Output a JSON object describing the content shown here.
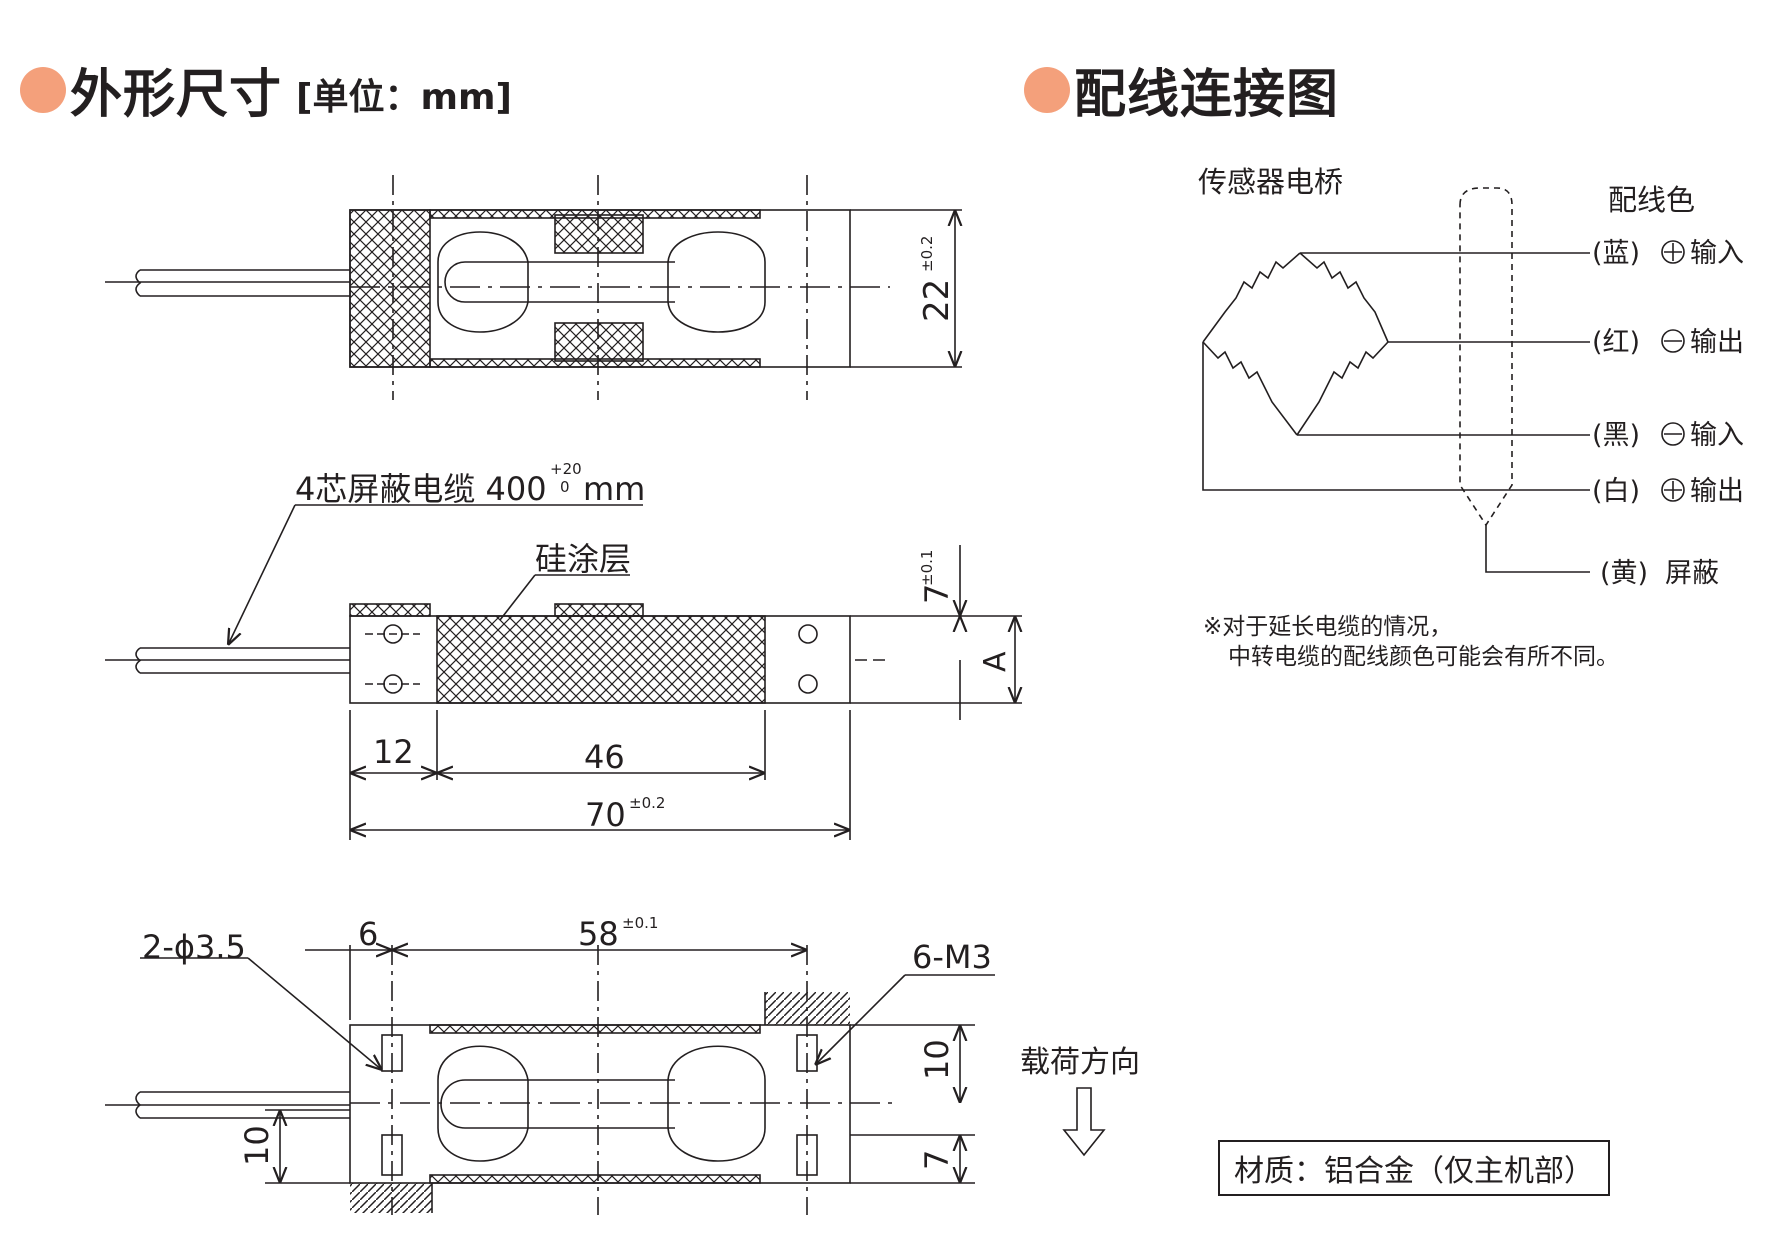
{
  "dimensions_section": {
    "title": "外形尺寸",
    "unit": "[单位：mm]",
    "top_view": {
      "height_dim": "22",
      "height_tol": "±0.2"
    },
    "side_view": {
      "cable_label": "4芯屏蔽电缆 400",
      "cable_tol_upper": "+20",
      "cable_tol_lower": "0",
      "cable_unit": "mm",
      "coating_label": "硅涂层",
      "dim_7": "7",
      "dim_7_tol": "±0.1",
      "dim_a": "A",
      "dim_12": "12",
      "dim_46": "46",
      "dim_70": "70",
      "dim_70_tol": "±0.2"
    },
    "bottom_view": {
      "hole_label": "2-ϕ3.5",
      "dim_6": "6",
      "dim_58": "58",
      "dim_58_tol": "±0.1",
      "thread_label": "6-M3",
      "dim_10_right": "10",
      "dim_7_right": "7",
      "dim_10_left": "10",
      "load_direction": "载荷方向"
    }
  },
  "wiring_section": {
    "title": "配线连接图",
    "bridge_label": "传感器电桥",
    "color_header": "配线色",
    "wires": [
      {
        "color": "(蓝)",
        "signal": "输入",
        "sign": "plus"
      },
      {
        "color": "(红)",
        "signal": "输出",
        "sign": "minus"
      },
      {
        "color": "(黑)",
        "signal": "输入",
        "sign": "minus"
      },
      {
        "color": "(白)",
        "signal": "输出",
        "sign": "plus"
      },
      {
        "color": "(黄)",
        "signal": "屏蔽",
        "sign": "none"
      }
    ],
    "note_line1": "※对于延长电缆的情况，",
    "note_line2": "中转电缆的配线颜色可能会有所不同。"
  },
  "material": "材质：铝合金（仅主机部）",
  "colors": {
    "accent": "#f4a07b",
    "line": "#231f20"
  }
}
